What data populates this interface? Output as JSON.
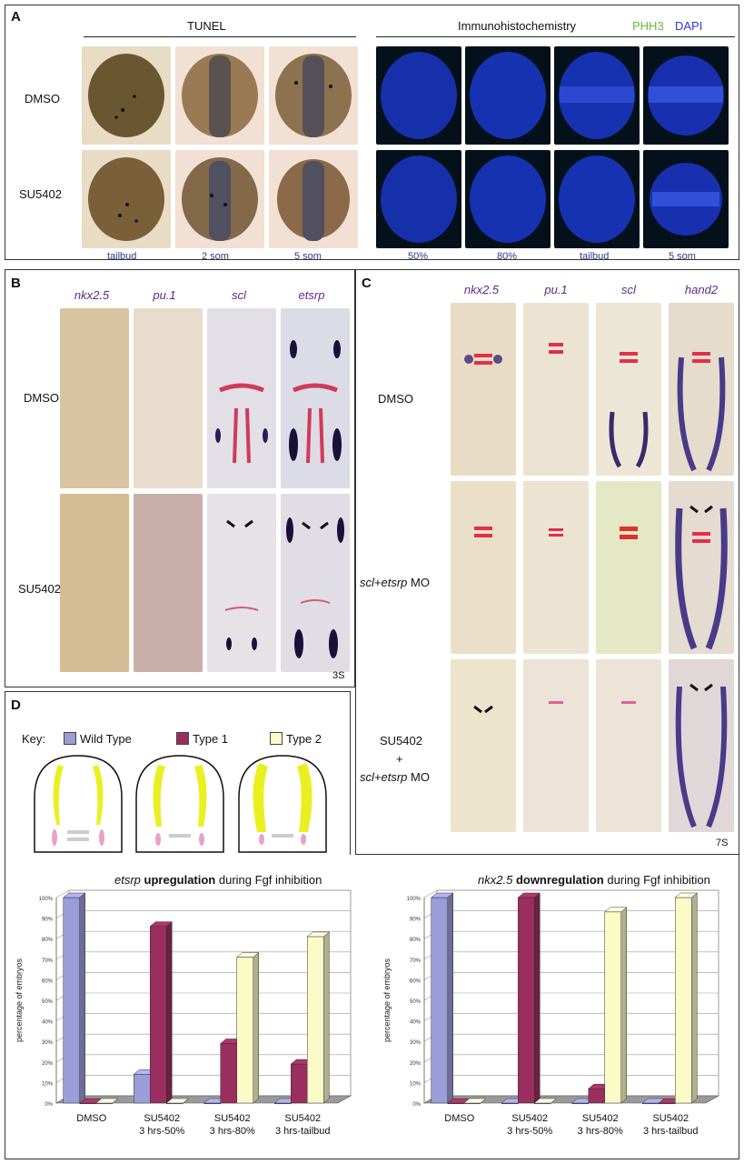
{
  "panelA": {
    "label": "A",
    "tunel_title": "TUNEL",
    "ihc_title": "Immunohistochemistry",
    "ihc_phh3": "PHH3",
    "ihc_dapi": "DAPI",
    "row_labels": [
      "DMSO",
      "SU5402"
    ],
    "tunel_cols": [
      "tailbud",
      "2 som",
      "5 som"
    ],
    "ihc_cols": [
      "50%",
      "80%",
      "tailbud",
      "5 som"
    ]
  },
  "panelB": {
    "label": "B",
    "genes": [
      "nkx2.5",
      "pu.1",
      "scl",
      "etsrp"
    ],
    "rows": [
      "DMSO",
      "SU5402"
    ],
    "stage": "3S"
  },
  "panelC": {
    "label": "C",
    "genes": [
      "nkx2.5",
      "pu.1",
      "scl",
      "hand2"
    ],
    "row1": "DMSO",
    "row2_gene": "scl+etsrp",
    "row2_suffix": " MO",
    "row3_line1": "SU5402",
    "row3_line2": "+",
    "row3_gene": "scl+etsrp",
    "row3_suffix": " MO",
    "stage": "7S"
  },
  "panelD": {
    "label": "D",
    "key_label": "Key:",
    "legend": [
      "Wild Type",
      "Type 1",
      "Type 2"
    ],
    "colors": {
      "wild_type": "#9c9cd8",
      "type1": "#9a2e5e",
      "type2": "#fbfbc8"
    }
  },
  "chart_data": [
    {
      "type": "bar",
      "title_gene": "etsrp",
      "title_bold": "upregulation",
      "title_rest": "during Fgf inhibition",
      "ylabel": "percentage of embryos",
      "ylim": [
        0,
        100
      ],
      "yticks": [
        "0%",
        "10%",
        "20%",
        "30%",
        "40%",
        "50%",
        "60%",
        "70%",
        "80%",
        "90%",
        "100%"
      ],
      "categories": [
        [
          "DMSO",
          ""
        ],
        [
          "SU5402",
          "3 hrs-50%"
        ],
        [
          "SU5402",
          "3 hrs-80%"
        ],
        [
          "SU5402",
          "3 hrs-tailbud"
        ]
      ],
      "series": [
        {
          "values": [
            100,
            14,
            0,
            0
          ]
        },
        {
          "values": [
            0,
            86,
            29,
            19
          ]
        },
        {
          "values": [
            0,
            0,
            71,
            81
          ]
        }
      ]
    },
    {
      "type": "bar",
      "title_gene": "nkx2.5",
      "title_bold": "downregulation",
      "title_rest": "during Fgf inhibition",
      "ylabel": "percentage of embryos",
      "ylim": [
        0,
        100
      ],
      "yticks": [
        "0%",
        "10%",
        "20%",
        "30%",
        "40%",
        "50%",
        "60%",
        "70%",
        "80%",
        "90%",
        "100%"
      ],
      "categories": [
        [
          "DMSO",
          ""
        ],
        [
          "SU5402",
          "3 hrs-50%"
        ],
        [
          "SU5402",
          "3 hrs-80%"
        ],
        [
          "SU5402",
          "3 hrs-tailbud"
        ]
      ],
      "series": [
        {
          "values": [
            100,
            0,
            0,
            0
          ]
        },
        {
          "values": [
            0,
            100,
            7,
            0
          ]
        },
        {
          "values": [
            0,
            0,
            93,
            100
          ]
        }
      ]
    }
  ]
}
